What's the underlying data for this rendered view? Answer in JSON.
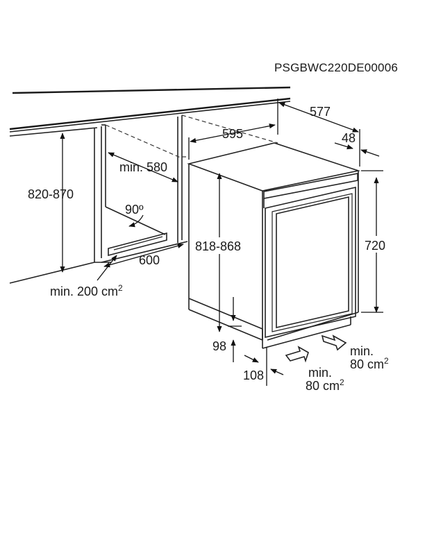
{
  "header": {
    "model_code": "PSGBWC220DE00006"
  },
  "dimensions": {
    "depth_total": "577",
    "width": "595",
    "door_offset": "48",
    "niche_depth_min": "min. 580",
    "niche_height": "820-870",
    "appliance_height": "818-868",
    "cabinet_height": "720",
    "door_angle": "90º",
    "niche_width": "600",
    "plinth_height": "98",
    "plinth_depth": "108"
  },
  "ventilation": {
    "plinth_opening_prefix": "min. 200 cm",
    "plinth_opening_sup": "2",
    "intake_line1": "min.",
    "intake_line2_prefix": "80 cm",
    "intake_line2_sup": "2",
    "exhaust_line1": "min.",
    "exhaust_line2_prefix": "80 cm",
    "exhaust_line2_sup": "2"
  }
}
